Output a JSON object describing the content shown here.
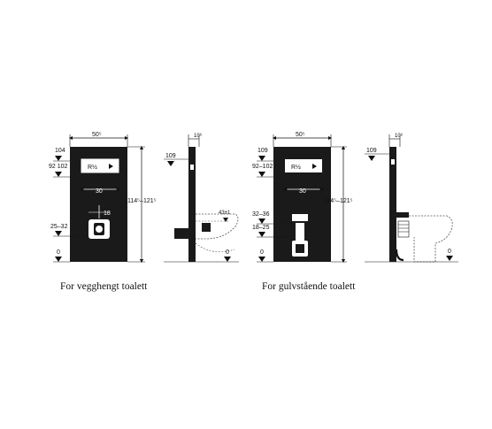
{
  "left": {
    "width_dim": "50⁵",
    "height_dim": "114⁵–121⁵",
    "dims": {
      "d104": "104",
      "d92_102": "92   102",
      "d25_32": "25–32",
      "d0": "0",
      "d30": "30",
      "d18": "18"
    },
    "plate_label": "R½",
    "side": {
      "top_dim": "10⁶",
      "d109": "109",
      "d43": "43±1",
      "d0": "0"
    },
    "caption": "For vegghengt toalett"
  },
  "right": {
    "width_dim": "50⁵",
    "height_dim": "114⁵–121⁵",
    "dims": {
      "d109": "109",
      "d92_102": "92–102",
      "d32_36": "32–36",
      "d18_25": "18–25",
      "d0": "0",
      "d30": "30"
    },
    "plate_label": "R½",
    "side": {
      "top_dim": "10⁶",
      "d109": "109",
      "d0": "0"
    },
    "caption": "For gulvstående toalett"
  }
}
